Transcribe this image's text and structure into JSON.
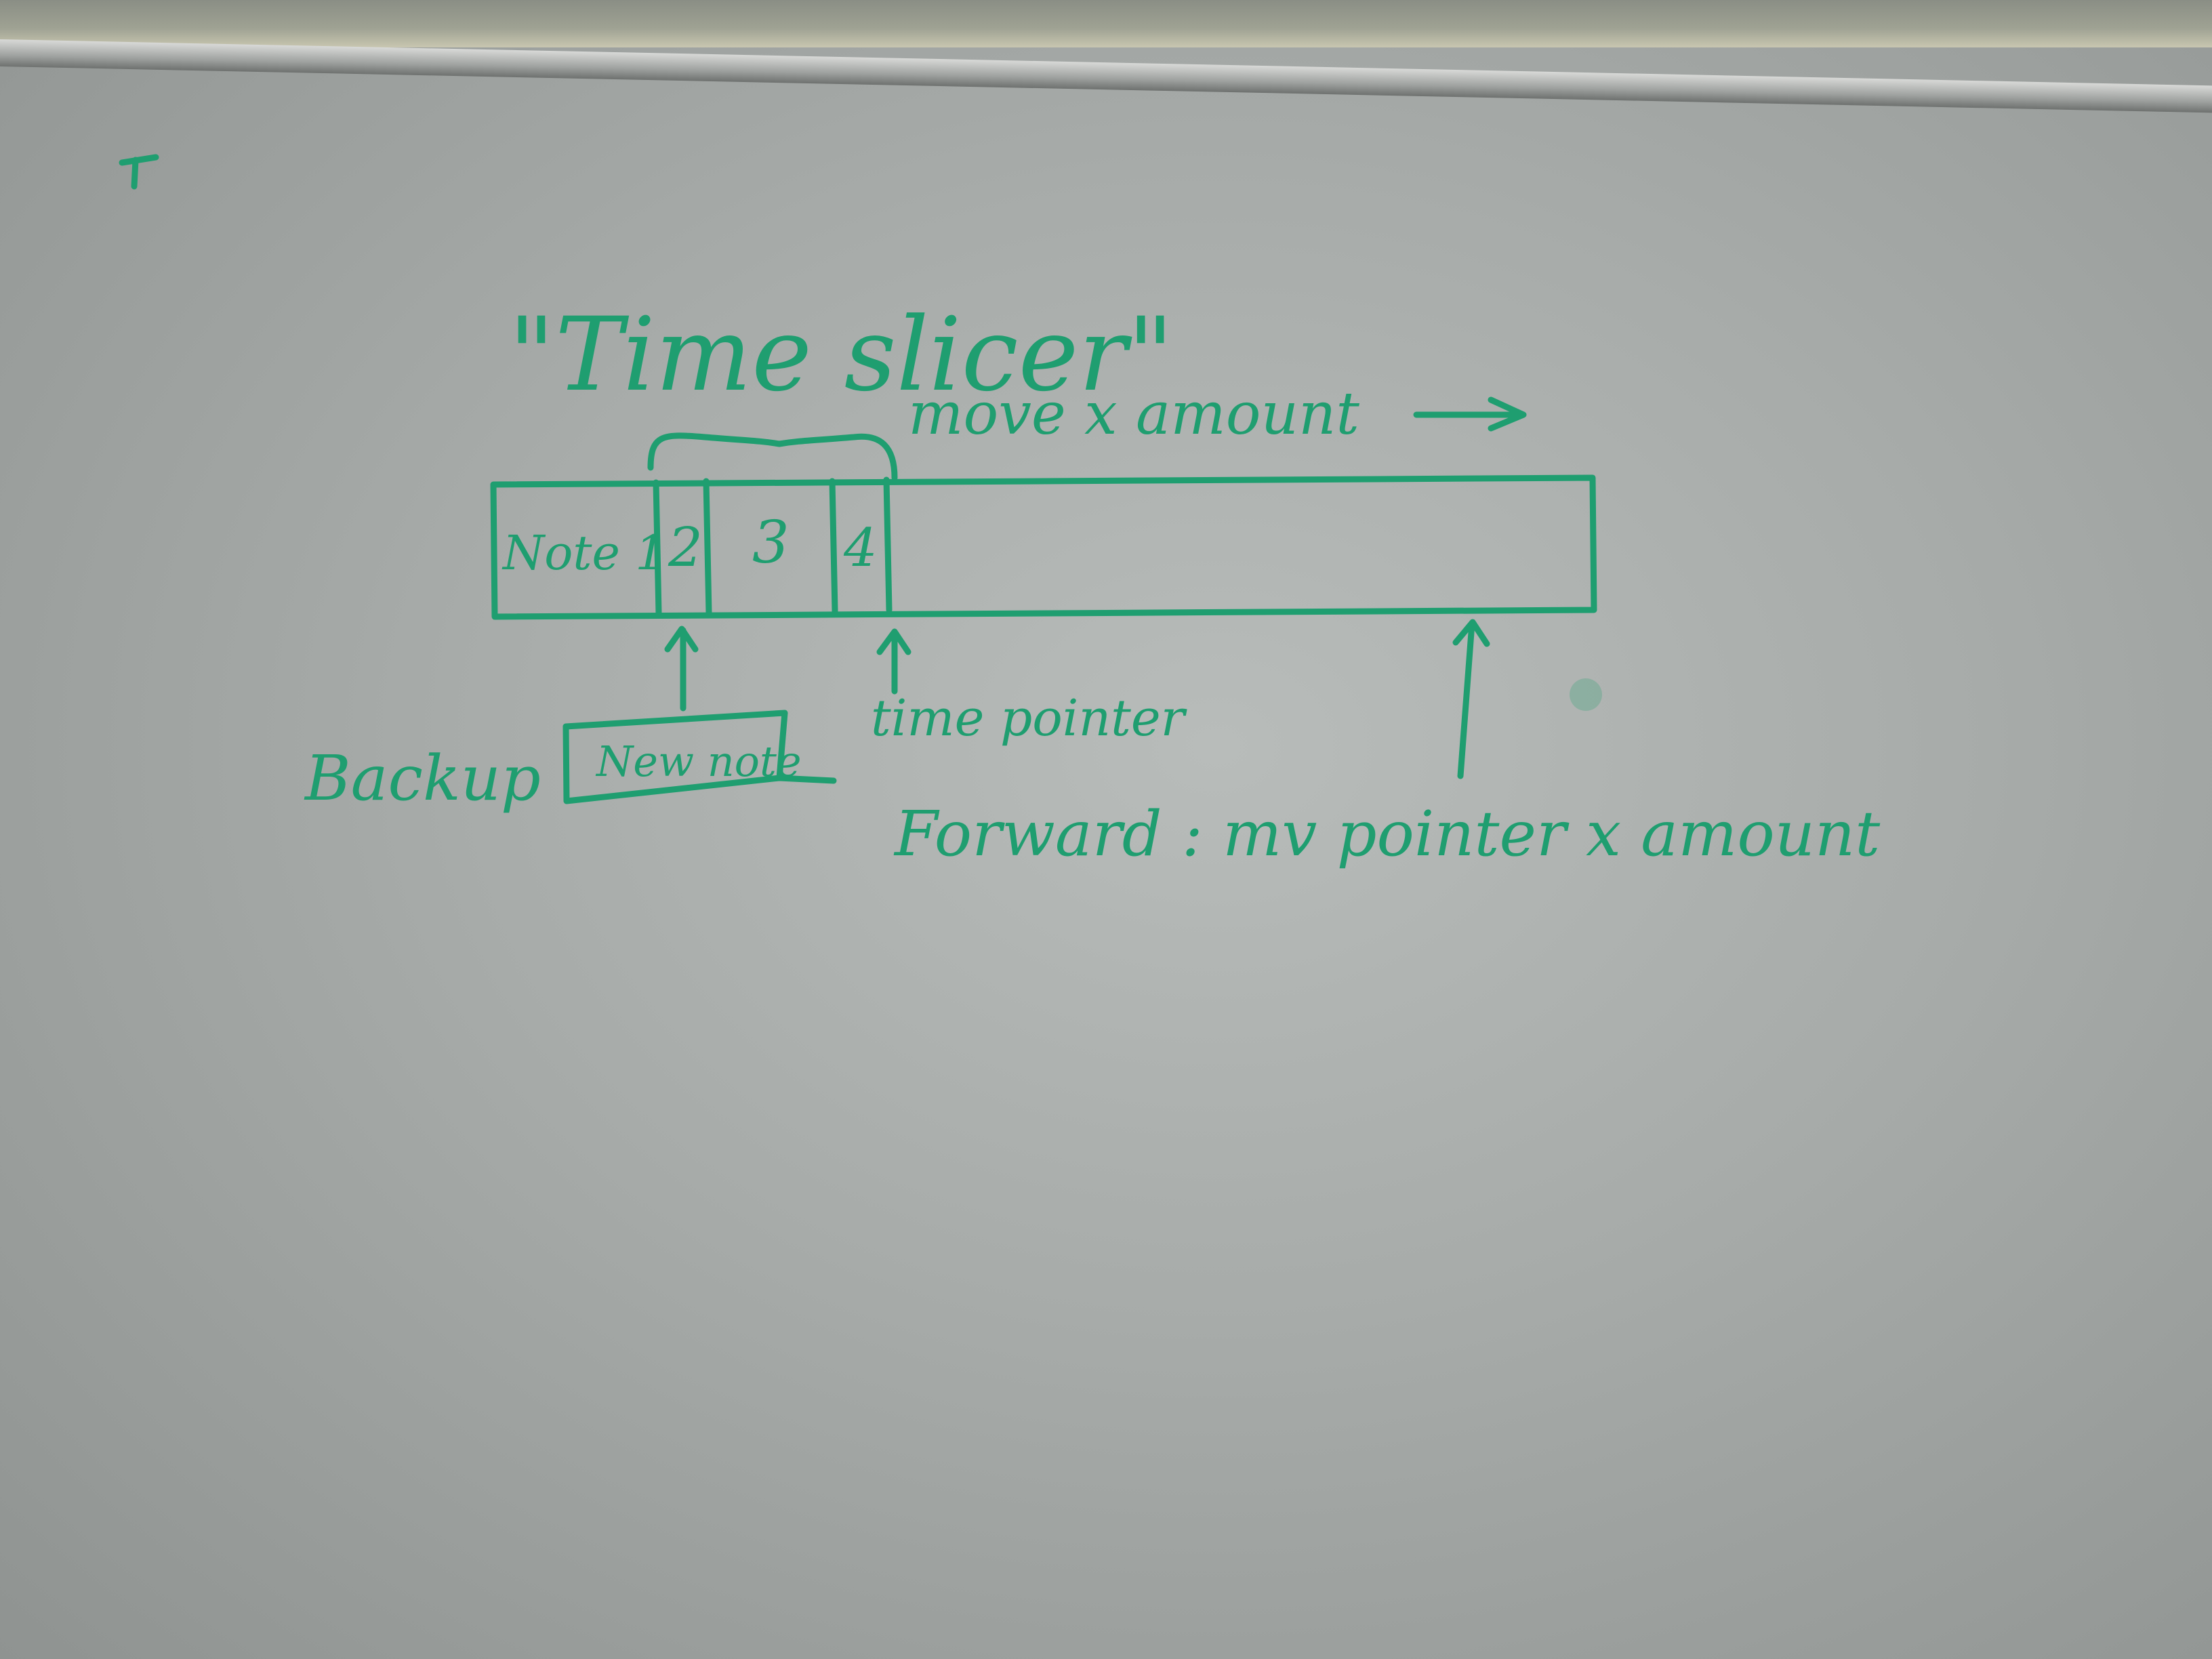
{
  "diagram": {
    "title": "\"Time slicer\"",
    "move_label": "move x amount",
    "cells": [
      {
        "label": "Note 1"
      },
      {
        "label": "2"
      },
      {
        "label": "3"
      },
      {
        "label": "4"
      }
    ],
    "time_pointer_label": "time pointer",
    "backup_label": "Backup",
    "new_note_label": "New note",
    "forward_label": "Forward : mv pointer x amount"
  },
  "colors": {
    "marker": "#1f9e70",
    "board": "#a9adab"
  }
}
